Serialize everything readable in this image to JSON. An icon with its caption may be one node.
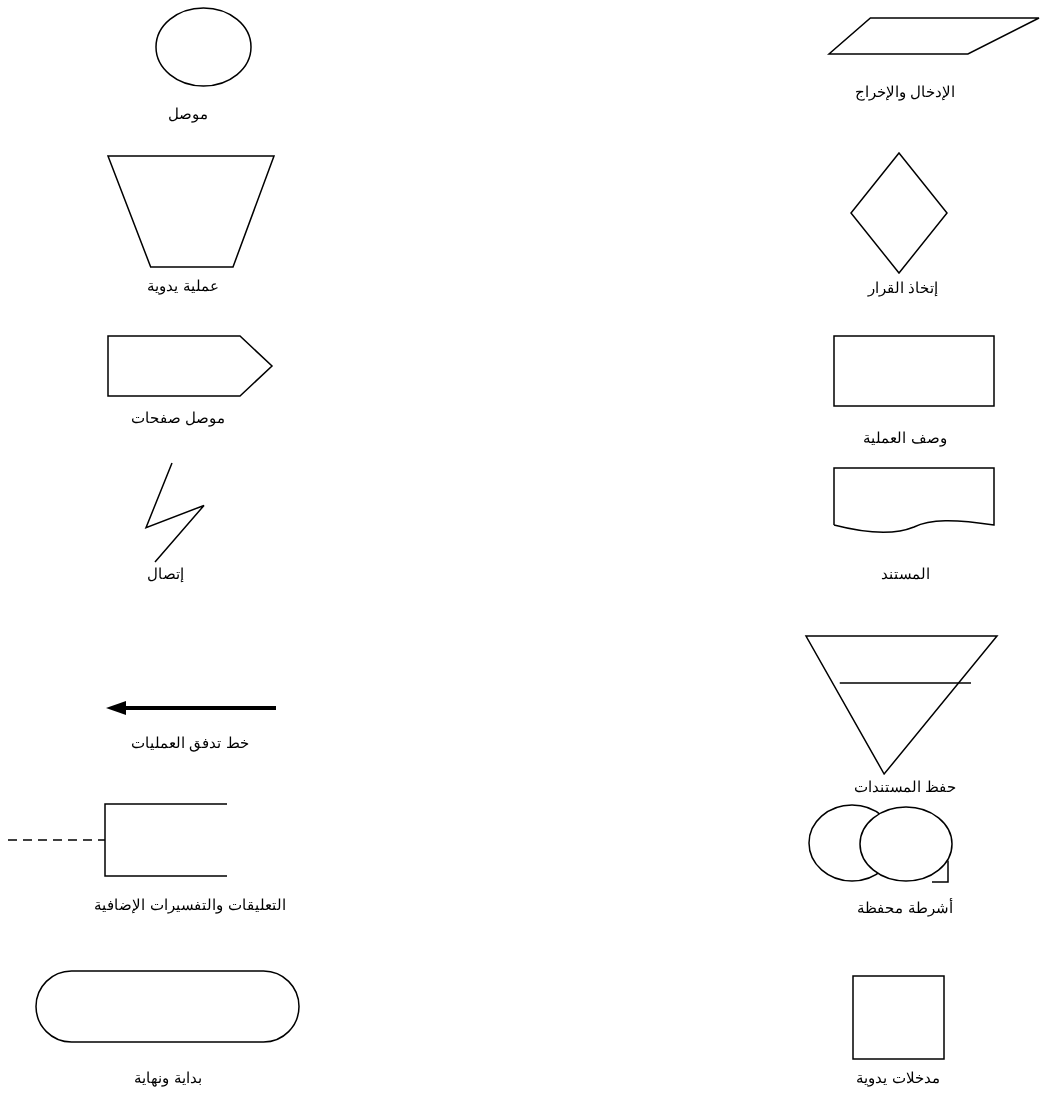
{
  "diagram": {
    "nodes": [
      {
        "text": [],
        "shape": "circle",
        "beside": [
          "موصل"
        ]
      },
      {
        "text": [],
        "shape": "parallelogram",
        "beside": [
          "الإدخال والإخراج"
        ]
      },
      {
        "text": [],
        "shape": "trapezoid",
        "beside": [
          "عملية يدوية"
        ]
      },
      {
        "text": [],
        "shape": "diamond",
        "beside": [
          "إتخاذ القرار"
        ]
      },
      {
        "text": [],
        "shape": "pentagon",
        "beside": [
          "موصل صفحات"
        ]
      },
      {
        "text": [],
        "shape": "box",
        "beside": [
          "وصف العملية"
        ]
      },
      {
        "text": [],
        "shape": "lightning",
        "beside": [
          "إتصال"
        ]
      },
      {
        "text": [],
        "shape": "document",
        "beside": [
          "المستند"
        ]
      },
      {
        "text": [],
        "shape": "arrow",
        "beside": [
          "خط تدفق العمليات"
        ]
      },
      {
        "text": [],
        "shape": "triangle",
        "beside": [
          "حفظ المستندات"
        ]
      },
      {
        "text": [],
        "shape": "bracket",
        "beside": [
          "التعليقات والتفسيرات الإضافية"
        ]
      },
      {
        "text": [],
        "shape": "tape",
        "beside": [
          "أشرطة محفظة"
        ]
      },
      {
        "text": [],
        "shape": "terminator",
        "beside": [
          "بداية ونهاية"
        ]
      },
      {
        "text": [],
        "shape": "box",
        "beside": [
          "مدخلات يدوية"
        ]
      }
    ]
  }
}
